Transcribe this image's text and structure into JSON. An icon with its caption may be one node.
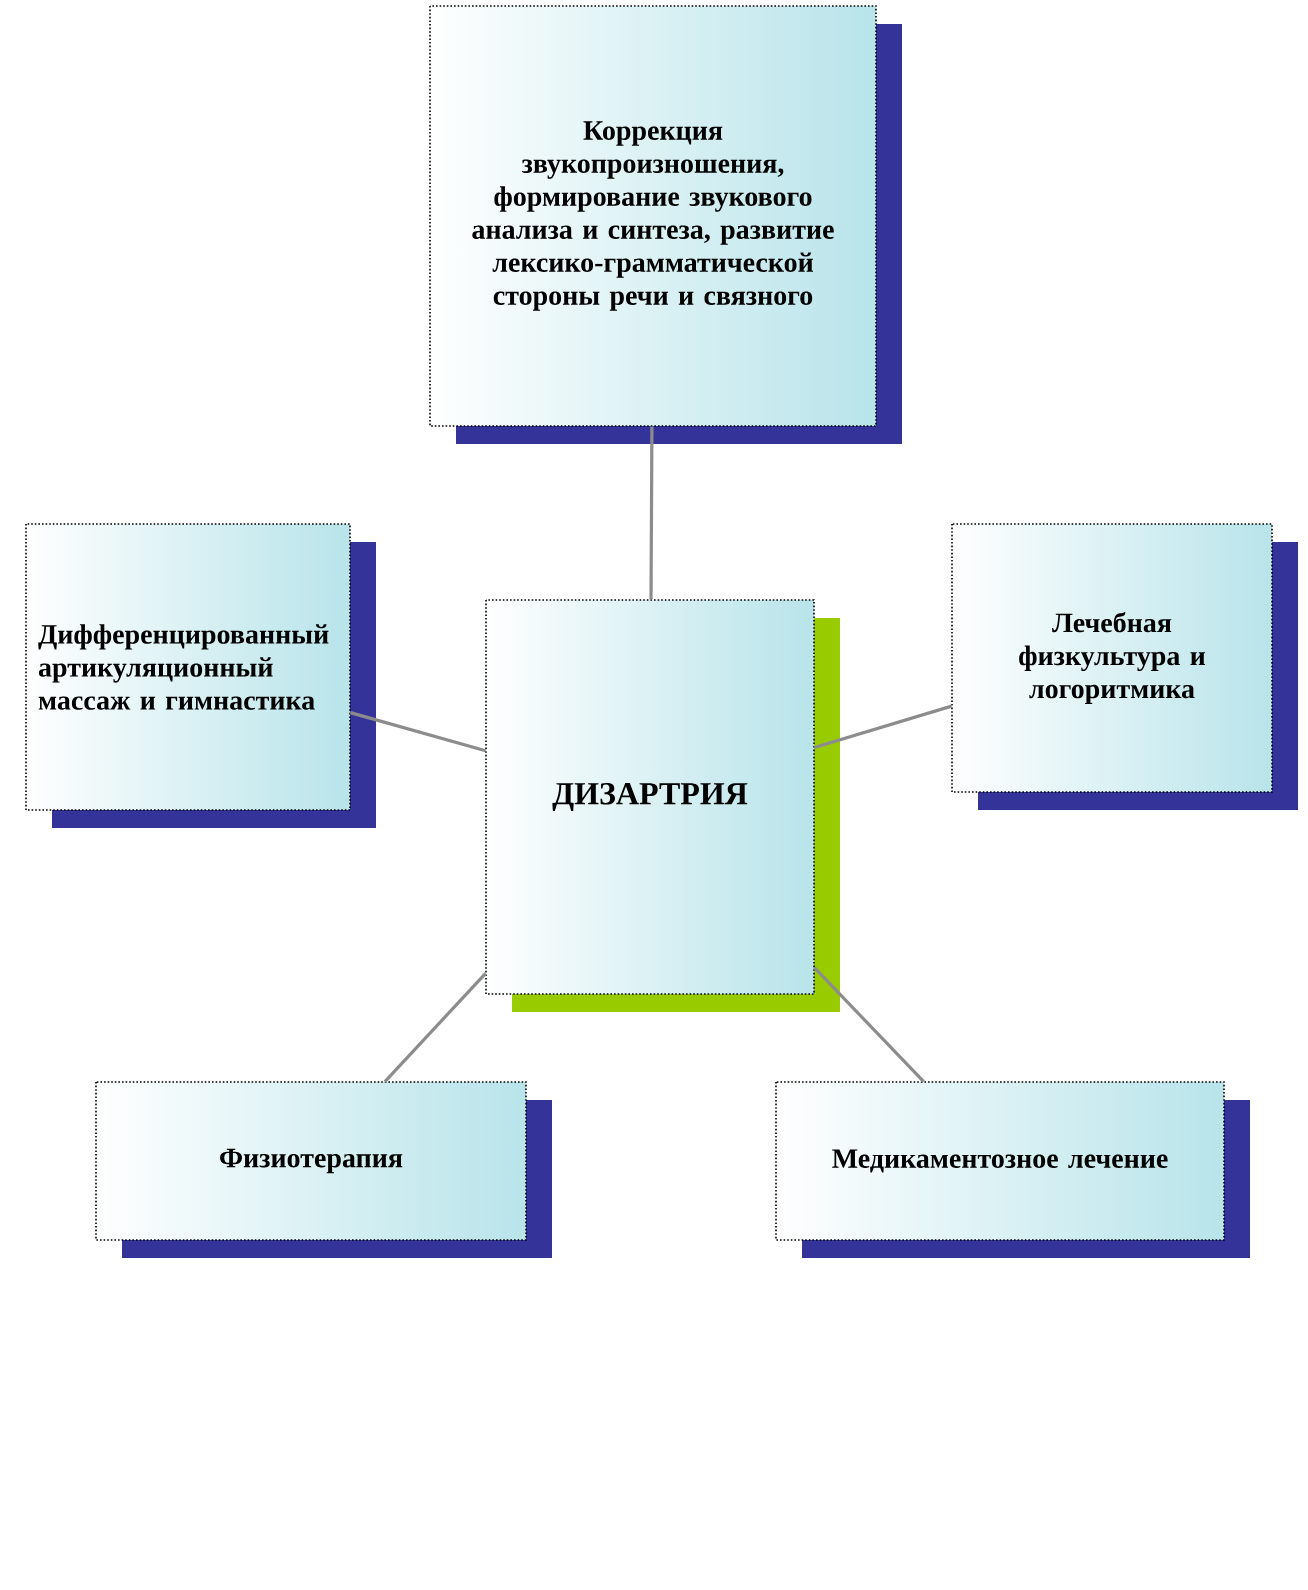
{
  "diagram": {
    "nodes": [
      {
        "text": [
          "Коррекция звукопроизношения, формирование звукового анализа и синтеза, развитие лексико-грамматической стороны речи и связного"
        ]
      },
      {
        "text": [
          "Дифференцированный артикуляционный массаж и гимнастика"
        ]
      },
      {
        "text": [
          "ДИЗАРТРИЯ"
        ]
      },
      {
        "text": [
          "Лечебная физкультура и логоритмика"
        ]
      },
      {
        "text": [
          "Физиотерапия"
        ]
      },
      {
        "text": [
          "Медикаментозное лечение"
        ]
      }
    ],
    "edges": [
      {
        "from": 2,
        "to": 0,
        "arrow": "none"
      },
      {
        "from": 2,
        "to": 1,
        "arrow": "none"
      },
      {
        "from": 2,
        "to": 3,
        "arrow": "none"
      },
      {
        "from": 2,
        "to": 4,
        "arrow": "none"
      },
      {
        "from": 2,
        "to": 5,
        "arrow": "none"
      }
    ]
  }
}
